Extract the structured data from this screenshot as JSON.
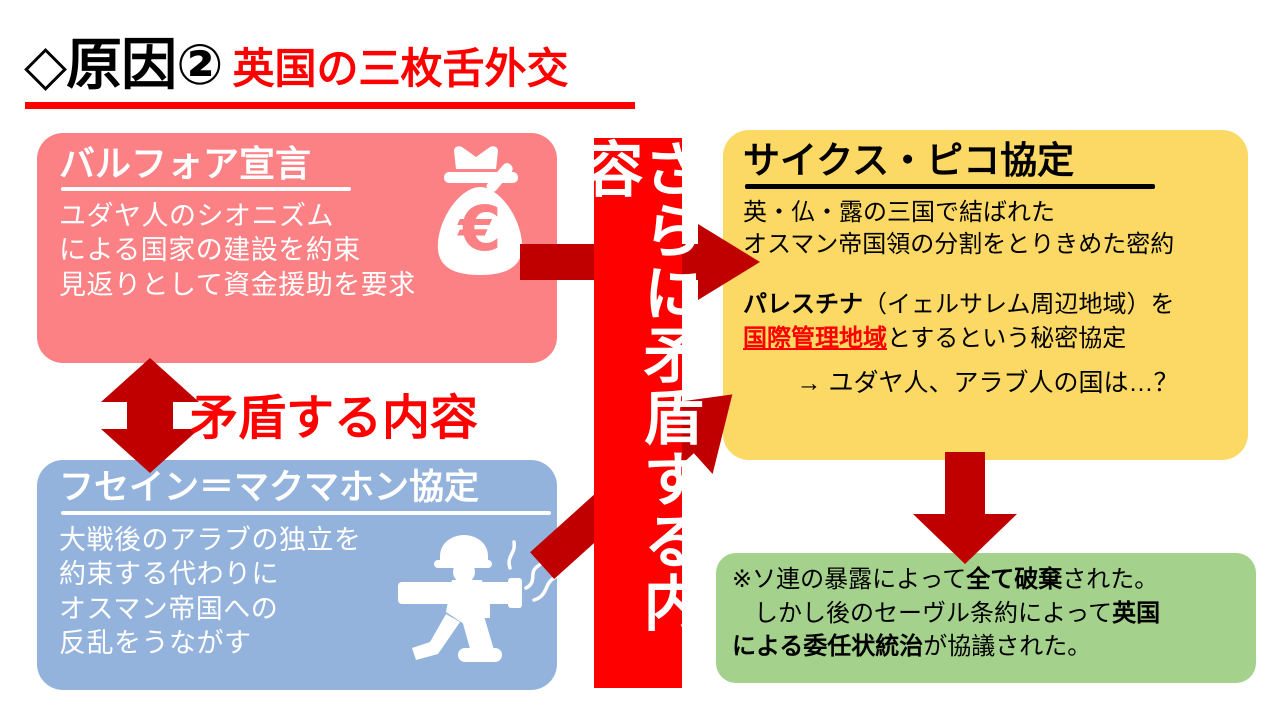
{
  "slide": {
    "title_main": "◇原因②",
    "title_sub": "英国の三枚舌外交"
  },
  "colors": {
    "pink": "#FB8185",
    "blue": "#94B3DC",
    "yellow": "#FCD864",
    "green": "#A4D18C",
    "red": "#FF0000",
    "dark_red": "#C00000",
    "black": "#000000",
    "white": "#FFFFFF"
  },
  "cards": {
    "balfour": {
      "heading": "バルフォア宣言",
      "body": "ユダヤ人のシオニズム\nによる国家の建設を約束\n見返りとして資金援助を要求",
      "icon": "money-bag-euro-icon"
    },
    "hussein": {
      "heading": "フセイン＝マクマホン協定",
      "body": "大戦後のアラブの独立を\n約束する代わりに\nオスマン帝国への\n反乱をうながす",
      "icon": "soldier-bazooka-icon"
    },
    "sykes": {
      "heading": "サイクス・ピコ協定",
      "body1": "英・仏・露の三国で結ばれた\nオスマン帝国領の分割をとりきめた密約",
      "p2_a": "パレスチナ",
      "p2_b": "（イェルサレム周辺地域）を",
      "p2_c": "国際管理地域",
      "p2_d": "とするという秘密協定",
      "p3": "→ ユダヤ人、アラブ人の国は…？"
    },
    "note": {
      "line1_a": "※ソ連の暴露によって",
      "line1_b": "全て破棄",
      "line1_c": "された。",
      "line2_a": "しかし後のセーヴル条約によって",
      "line2_b": "英国",
      "line3_a": "による委任状統治",
      "line3_b": "が協議された。"
    }
  },
  "banner": {
    "text": "さらに矛盾する内容"
  },
  "labels": {
    "contradiction": "矛盾する内容"
  },
  "arrows": {
    "pink_to_yellow": "arrow-right-pink-to-sykes",
    "blue_to_yellow": "arrow-diagonal-blue-to-sykes",
    "yellow_to_note": "arrow-down-sykes-to-note",
    "pink_blue_double": "arrow-double-vertical-contradiction"
  }
}
